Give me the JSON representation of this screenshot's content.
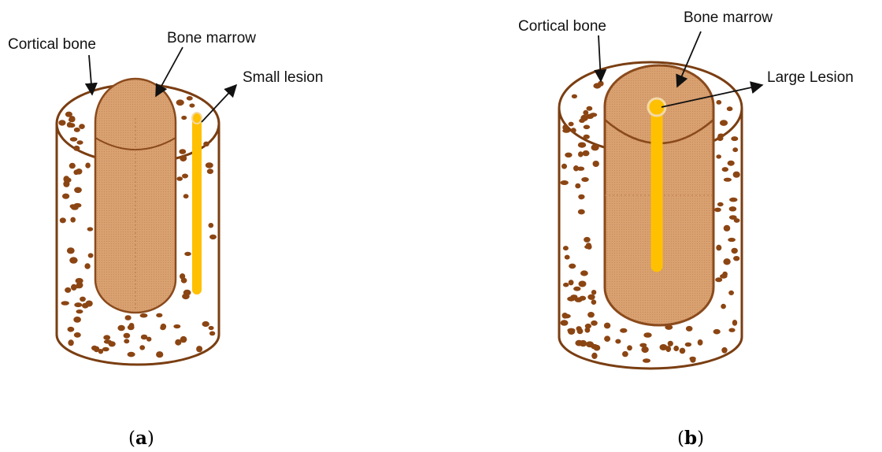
{
  "panel_a": {
    "labels": {
      "cortical": "Cortical bone",
      "marrow": "Bone marrow",
      "lesion": "Small lesion"
    },
    "caption": {
      "open": "(",
      "letter": "a",
      "close": ")"
    }
  },
  "panel_b": {
    "labels": {
      "cortical": "Cortical bone",
      "marrow": "Bone marrow",
      "lesion": "Large Lesion"
    },
    "caption": {
      "open": "(",
      "letter": "b",
      "close": ")"
    }
  },
  "colors": {
    "bone_outline": "#7a3e12",
    "dot": "#8b4513",
    "marrow_fill": "#d9a070",
    "marrow_stroke": "#8a4a1c",
    "lesion": "#ffc000",
    "lesion_outline": "#f3d9a6",
    "arrow": "#111111"
  }
}
